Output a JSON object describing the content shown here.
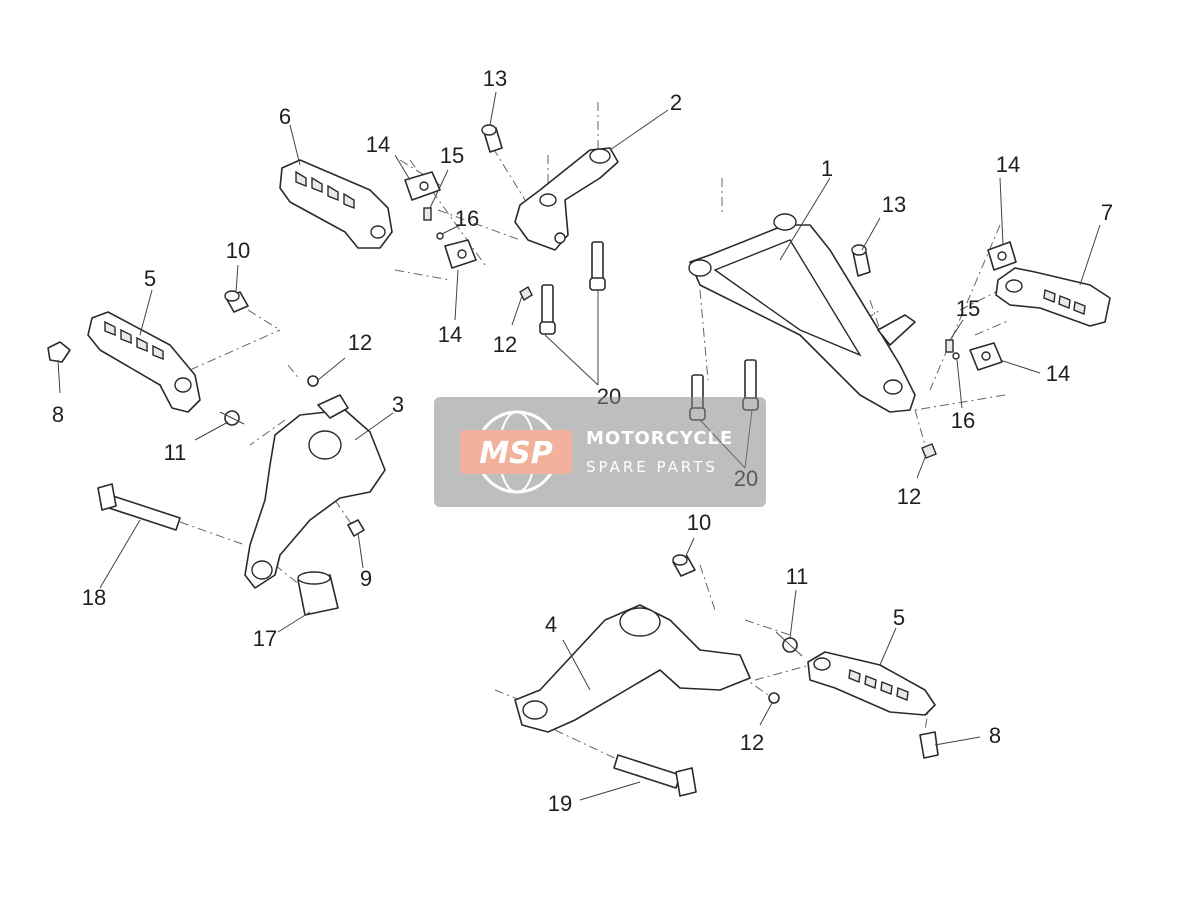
{
  "callouts": [
    {
      "label": "1"
    },
    {
      "label": "2"
    },
    {
      "label": "3"
    },
    {
      "label": "4"
    },
    {
      "label": "5"
    },
    {
      "label": "5"
    },
    {
      "label": "6"
    },
    {
      "label": "7"
    },
    {
      "label": "8"
    },
    {
      "label": "8"
    },
    {
      "label": "9"
    },
    {
      "label": "10"
    },
    {
      "label": "10"
    },
    {
      "label": "11"
    },
    {
      "label": "11"
    },
    {
      "label": "12"
    },
    {
      "label": "12"
    },
    {
      "label": "12"
    },
    {
      "label": "12"
    },
    {
      "label": "13"
    },
    {
      "label": "13"
    },
    {
      "label": "14"
    },
    {
      "label": "14"
    },
    {
      "label": "14"
    },
    {
      "label": "14"
    },
    {
      "label": "15"
    },
    {
      "label": "15"
    },
    {
      "label": "16"
    },
    {
      "label": "16"
    },
    {
      "label": "17"
    },
    {
      "label": "18"
    },
    {
      "label": "19"
    },
    {
      "label": "20"
    },
    {
      "label": "20"
    }
  ],
  "watermark": {
    "logo": "MSP",
    "line1": "MOTORCYCLE",
    "line2": "SPARE PARTS",
    "color": "#8a8a8a",
    "logo_color": "#e8734a"
  }
}
